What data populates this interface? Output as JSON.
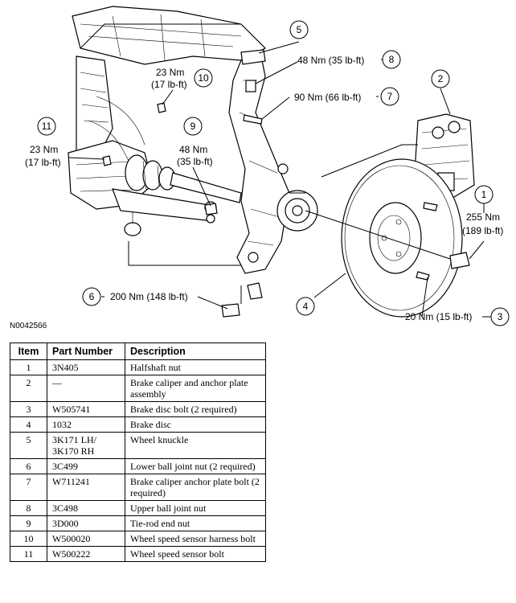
{
  "figure_id": "N0042566",
  "callouts": [
    {
      "num": "1",
      "lines": [
        "255 Nm",
        "(189 lb-ft)"
      ]
    },
    {
      "num": "2",
      "lines": []
    },
    {
      "num": "3",
      "lines": [
        "20 Nm (15 lb-ft)"
      ]
    },
    {
      "num": "4",
      "lines": []
    },
    {
      "num": "5",
      "lines": []
    },
    {
      "num": "6",
      "lines": [
        "200 Nm (148 lb-ft)"
      ]
    },
    {
      "num": "7",
      "lines": [
        "90 Nm (66 lb-ft)"
      ]
    },
    {
      "num": "8",
      "lines": [
        "48 Nm (35 lb-ft)"
      ]
    },
    {
      "num": "9",
      "lines": [
        "48 Nm",
        "(35 lb-ft)"
      ]
    },
    {
      "num": "10",
      "lines": [
        "23 Nm",
        "(17 lb-ft)"
      ]
    },
    {
      "num": "11",
      "lines": [
        "23 Nm",
        "(17 lb-ft)"
      ]
    }
  ],
  "table": {
    "headers": [
      "Item",
      "Part Number",
      "Description"
    ],
    "rows": [
      {
        "item": "1",
        "part": "3N405",
        "desc": "Halfshaft nut"
      },
      {
        "item": "2",
        "part": "—",
        "desc": "Brake caliper and anchor plate assembly"
      },
      {
        "item": "3",
        "part": "W505741",
        "desc": "Brake disc bolt (2 required)"
      },
      {
        "item": "4",
        "part": "1032",
        "desc": "Brake disc"
      },
      {
        "item": "5",
        "part": "3K171 LH/ 3K170 RH",
        "desc": "Wheel knuckle"
      },
      {
        "item": "6",
        "part": "3C499",
        "desc": "Lower ball joint nut (2 required)"
      },
      {
        "item": "7",
        "part": "W711241",
        "desc": "Brake caliper anchor plate bolt (2 required)"
      },
      {
        "item": "8",
        "part": "3C498",
        "desc": "Upper ball joint nut"
      },
      {
        "item": "9",
        "part": "3D000",
        "desc": "Tie-rod end nut"
      },
      {
        "item": "10",
        "part": "W500020",
        "desc": "Wheel speed sensor harness bolt"
      },
      {
        "item": "11",
        "part": "W500222",
        "desc": "Wheel speed sensor bolt"
      }
    ]
  }
}
